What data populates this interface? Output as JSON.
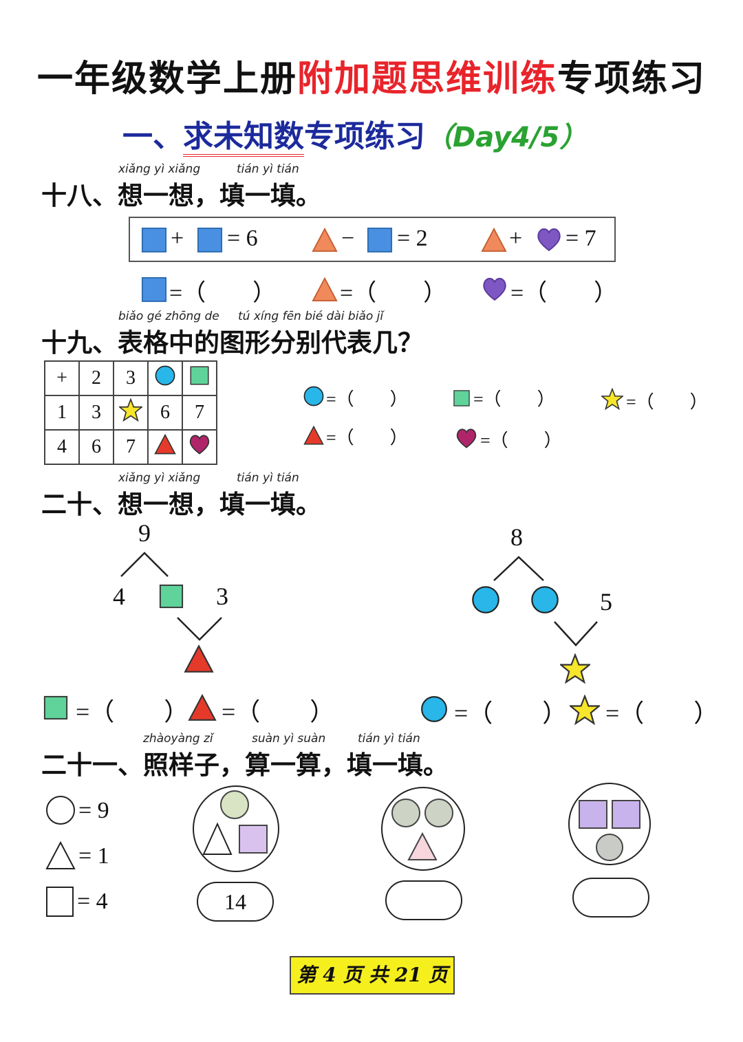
{
  "title": {
    "part1": "一年级数学上册",
    "part2": "附加题思维训练",
    "part3": "专项练习"
  },
  "subtitle": {
    "prefix": "一、",
    "main": "求未知数",
    "rest": "专项练习",
    "day": "（Day4/5）"
  },
  "q18": {
    "pinyin1": "xiǎng yì xiǎng",
    "pinyin2": "tián yì tián",
    "title": "十八、想一想，填一填。",
    "eq1_value": "= 6",
    "eq2_value": "= 2",
    "eq3_value": "= 7",
    "answer_blank": "=（　　）"
  },
  "q19": {
    "pinyin1": "biǎo gé zhōng de",
    "pinyin2": "tú xíng fēn bié dài biǎo jǐ",
    "title": "十九、表格中的图形分别代表几？",
    "header": [
      "+",
      "2",
      "3"
    ],
    "row1": [
      "1",
      "3",
      "6",
      "7"
    ],
    "row2": [
      "4",
      "6",
      "7"
    ],
    "answer_blank": "=（　　）"
  },
  "q20": {
    "pinyin1": "xiǎng yì xiǎng",
    "pinyin2": "tián yì tián",
    "title": "二十、想一想，填一填。",
    "left_top": "9",
    "left_a": "4",
    "left_b": "3",
    "right_top": "8",
    "right_b": "5",
    "answer_blank": "=（　　）"
  },
  "q21": {
    "pinyin1": "zhàoyàng zǐ",
    "pinyin2": "suàn yì suàn",
    "pinyin3": "tián yì tián",
    "title": "二十一、照样子，算一算，填一填。",
    "legend_circle": "= 9",
    "legend_triangle": "= 1",
    "legend_square": "= 4",
    "example_answer": "14"
  },
  "footer": "第 4 页 共 21 页",
  "colors": {
    "title_red": "#e8242b",
    "subtitle_blue": "#1c2a9c",
    "day_green": "#2aa232",
    "square_blue": "#4a90e2",
    "triangle_orange": "#f08a5d",
    "heart_purple": "#7e57c2",
    "circle_cyan": "#29b6e8",
    "square_green": "#5fd39a",
    "triangle_red": "#e53a2a",
    "star_yellow": "#f7e62a",
    "heart_magenta": "#b0256a",
    "footer_yellow": "#f6ef1e"
  }
}
